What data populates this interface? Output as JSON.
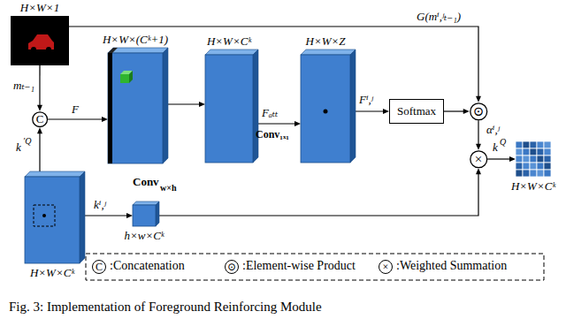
{
  "diagram": {
    "caption": "Fig. 3: Implementation of Foreground Reinforcing Module",
    "nodes": [
      {
        "text": [
          "H×W×1"
        ]
      },
      {
        "text": [
          "C"
        ]
      },
      {
        "text": [
          "H×W×(Cᵏ+1)"
        ]
      },
      {
        "text": [
          "H×W×Cᵏ"
        ]
      },
      {
        "text": [
          "H×W×Z"
        ]
      },
      {
        "text": [
          "Softmax"
        ]
      },
      {
        "text": [
          "⊙"
        ]
      },
      {
        "text": [
          "×"
        ]
      },
      {
        "text": [
          "H×W×Cᵏ"
        ]
      },
      {
        "text": [
          "H×W×Cᵏ"
        ]
      },
      {
        "text": [
          "h×w×Cᵏ"
        ]
      }
    ],
    "edges": [
      {
        "from": 0,
        "to": 1,
        "arrow": "to",
        "label": "mₜ₋₁"
      },
      {
        "from": 9,
        "to": 1,
        "arrow": "to"
      },
      {
        "from": 1,
        "to": 2,
        "arrow": "to",
        "label": "F"
      },
      {
        "from": 2,
        "to": 3,
        "arrow": "to"
      },
      {
        "from": 3,
        "to": 4,
        "arrow": "to",
        "label": "Fₐₜₜ"
      },
      {
        "from": 4,
        "to": 5,
        "arrow": "to",
        "label": "Fⁱ,ʲ"
      },
      {
        "from": 5,
        "to": 6,
        "arrow": "to"
      },
      {
        "from": 0,
        "to": 6,
        "arrow": "to",
        "label": "G(mⁱ,ʲₜ₋₁)"
      },
      {
        "from": 6,
        "to": 7,
        "arrow": "to",
        "label": "αⁱ,ʲ"
      },
      {
        "from": 9,
        "to": 10,
        "arrow": "to",
        "label": "kⁱ,ʲ"
      },
      {
        "from": 10,
        "to": 7,
        "arrow": "to"
      },
      {
        "from": 7,
        "to": 8,
        "arrow": "to"
      }
    ],
    "labels": [
      "k",
      "′Q",
      "Conv",
      "w×h",
      "Conv₁ₓ₁",
      "k",
      "Q",
      "C",
      "⊙",
      "×"
    ],
    "legend": [
      {
        "text": ":Concatenation"
      },
      {
        "text": ":Element-wise Product"
      },
      {
        "text": ":Weighted Summation"
      }
    ]
  }
}
